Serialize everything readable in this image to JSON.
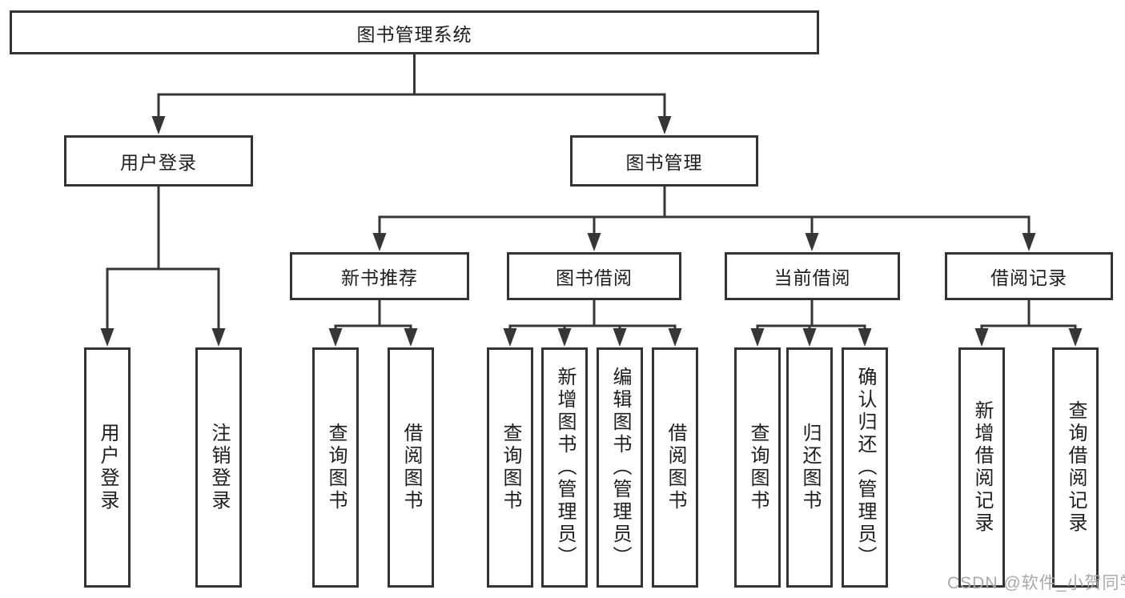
{
  "figure": {
    "type": "tree-diagram",
    "title": "图书管理系统"
  },
  "tree": {
    "label": "图书管理系统",
    "children": [
      {
        "label": "用户登录",
        "children": [
          {
            "label": "用户登录"
          },
          {
            "label": "注销登录"
          }
        ]
      },
      {
        "label": "图书管理",
        "children": [
          {
            "label": "新书推荐",
            "children": [
              {
                "label": "查询图书"
              },
              {
                "label": "借阅图书"
              }
            ]
          },
          {
            "label": "图书借阅",
            "children": [
              {
                "label": "查询图书"
              },
              {
                "label": "新增图书（管理员）"
              },
              {
                "label": "编辑图书（管理员）"
              },
              {
                "label": "借阅图书"
              }
            ]
          },
          {
            "label": "当前借阅",
            "children": [
              {
                "label": "查询图书"
              },
              {
                "label": "归还图书"
              },
              {
                "label": "确认归还（管理员）"
              }
            ]
          },
          {
            "label": "借阅记录",
            "children": [
              {
                "label": "新增借阅记录"
              },
              {
                "label": "查询借阅记录"
              }
            ]
          }
        ]
      }
    ]
  },
  "watermark": "CSDN @软件_小贺同学",
  "colors": {
    "box_border": "#333333",
    "box_fill": "#ffffff",
    "line": "#363636",
    "text": "#1d1d1f",
    "watermark": "#a9a9a9",
    "background": "#ffffff"
  }
}
